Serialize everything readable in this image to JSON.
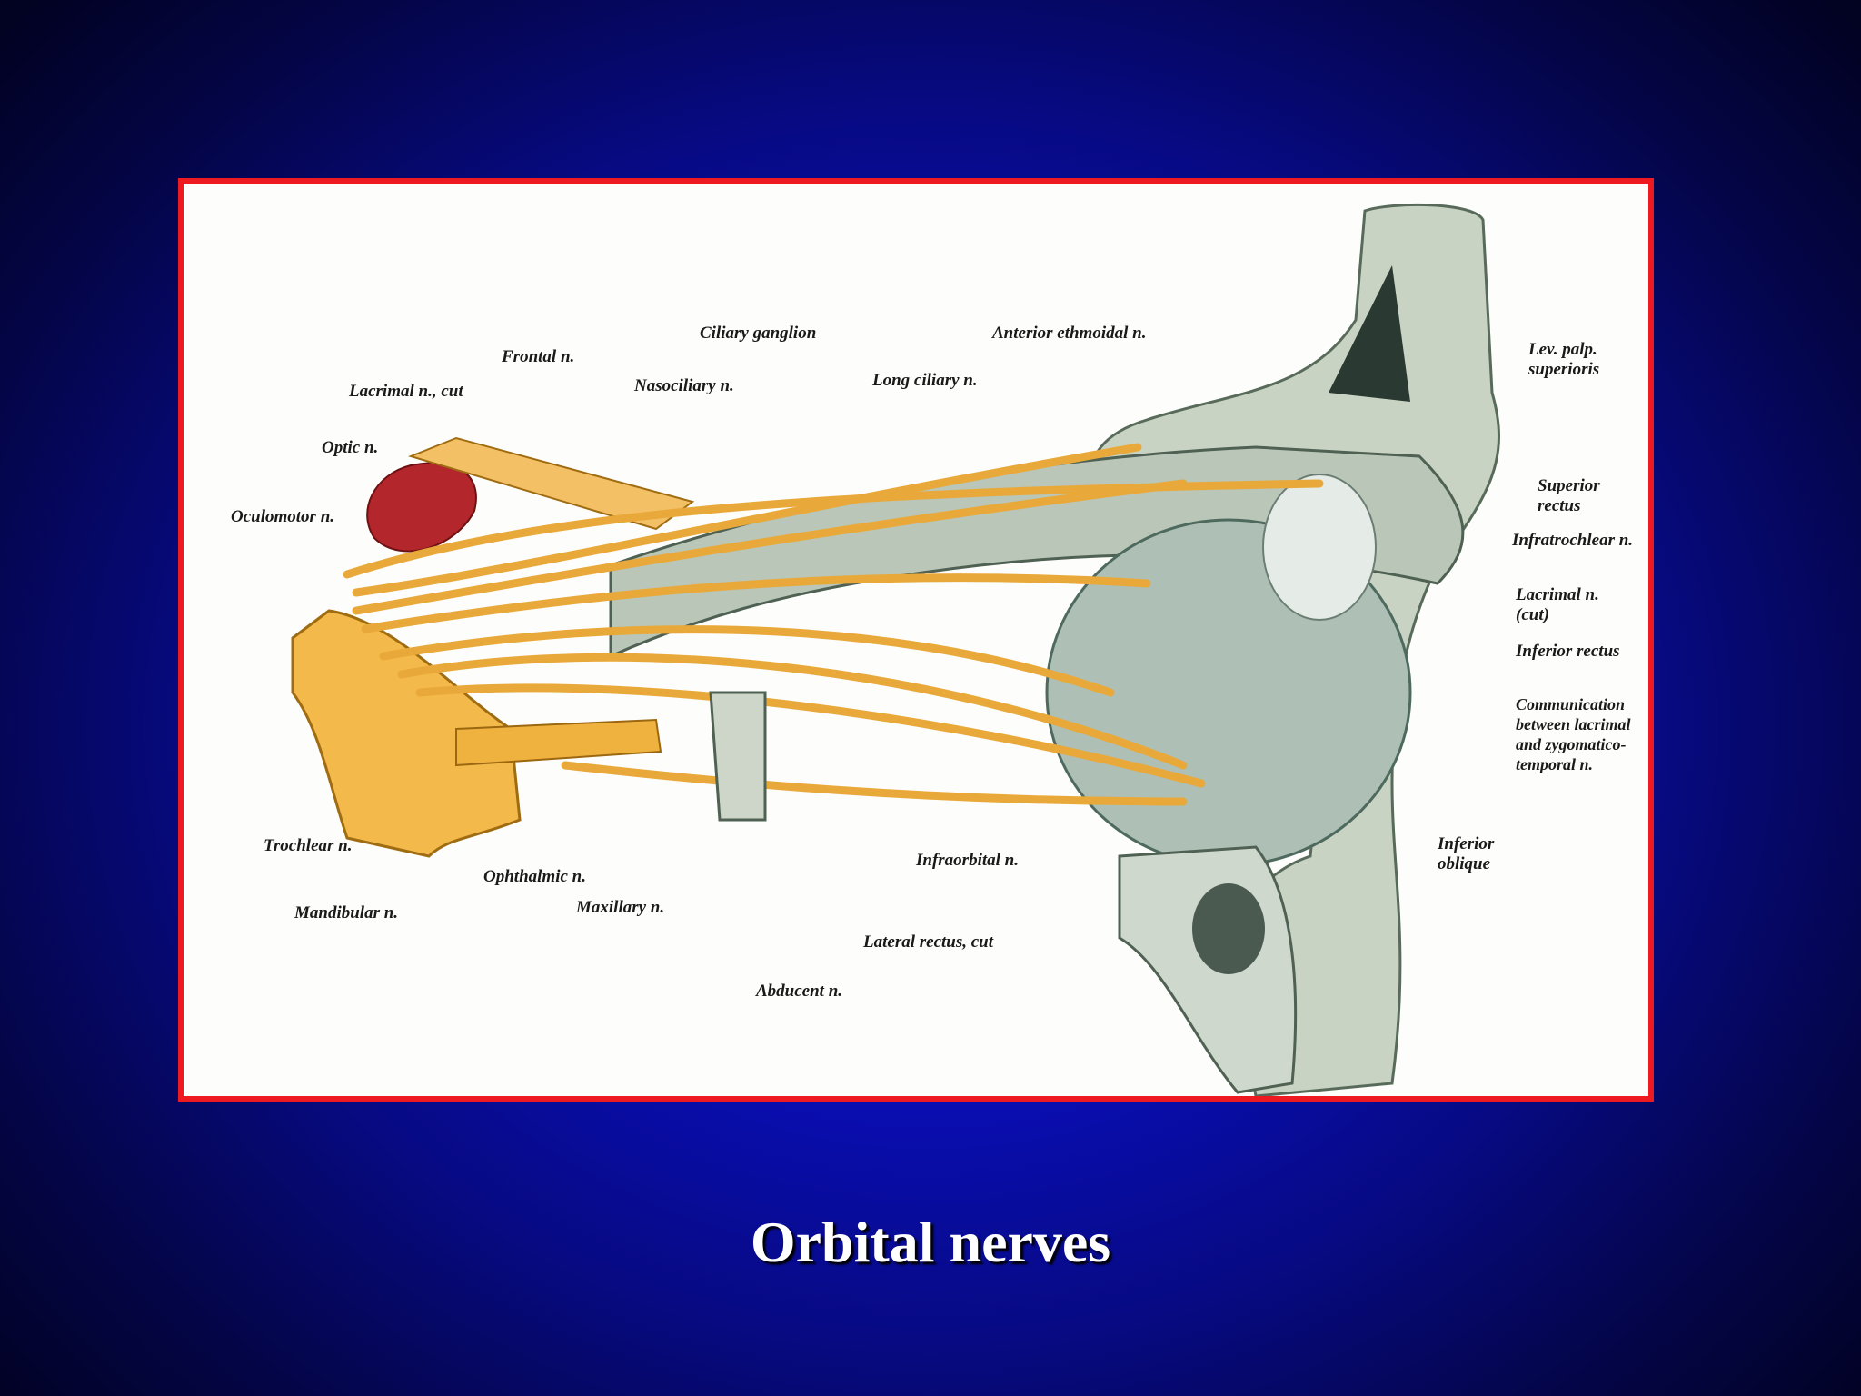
{
  "slide": {
    "title": "Orbital nerves",
    "colors": {
      "background_center": "#0b0fd0",
      "background_edge": "#010112",
      "frame_border": "#ee1a22",
      "nerve": "#f3b94a",
      "bone": "#c9d3c4",
      "artery": "#b3262b"
    }
  },
  "figure": {
    "labels": {
      "frontal": "Frontal n.",
      "ciliary_ganglion": "Ciliary ganglion",
      "anterior_ethmoidal": "Anterior ethmoidal n.",
      "lev_palp_sup": "Lev. palp. superioris",
      "lacrimal_cut": "Lacrimal n., cut",
      "nasociliary": "Nasociliary n.",
      "long_ciliary": "Long ciliary n.",
      "optic": "Optic n.",
      "oculomotor": "Oculomotor n.",
      "superior_rectus": "Superior rectus",
      "infratrochlear": "Infratrochlear n.",
      "lacrimal_cut_right": "Lacrimal n. (cut)",
      "inferior_rectus": "Inferior rectus",
      "communication": "Communication between lacrimal and zygomatico-temporal n.",
      "trochlear": "Trochlear n.",
      "ophthalmic": "Ophthalmic n.",
      "infraorbital": "Infraorbital n.",
      "inferior_oblique": "Inferior oblique",
      "mandibular": "Mandibular n.",
      "maxillary": "Maxillary n.",
      "lateral_rectus_cut": "Lateral rectus, cut",
      "abducens": "Abducent n."
    }
  }
}
